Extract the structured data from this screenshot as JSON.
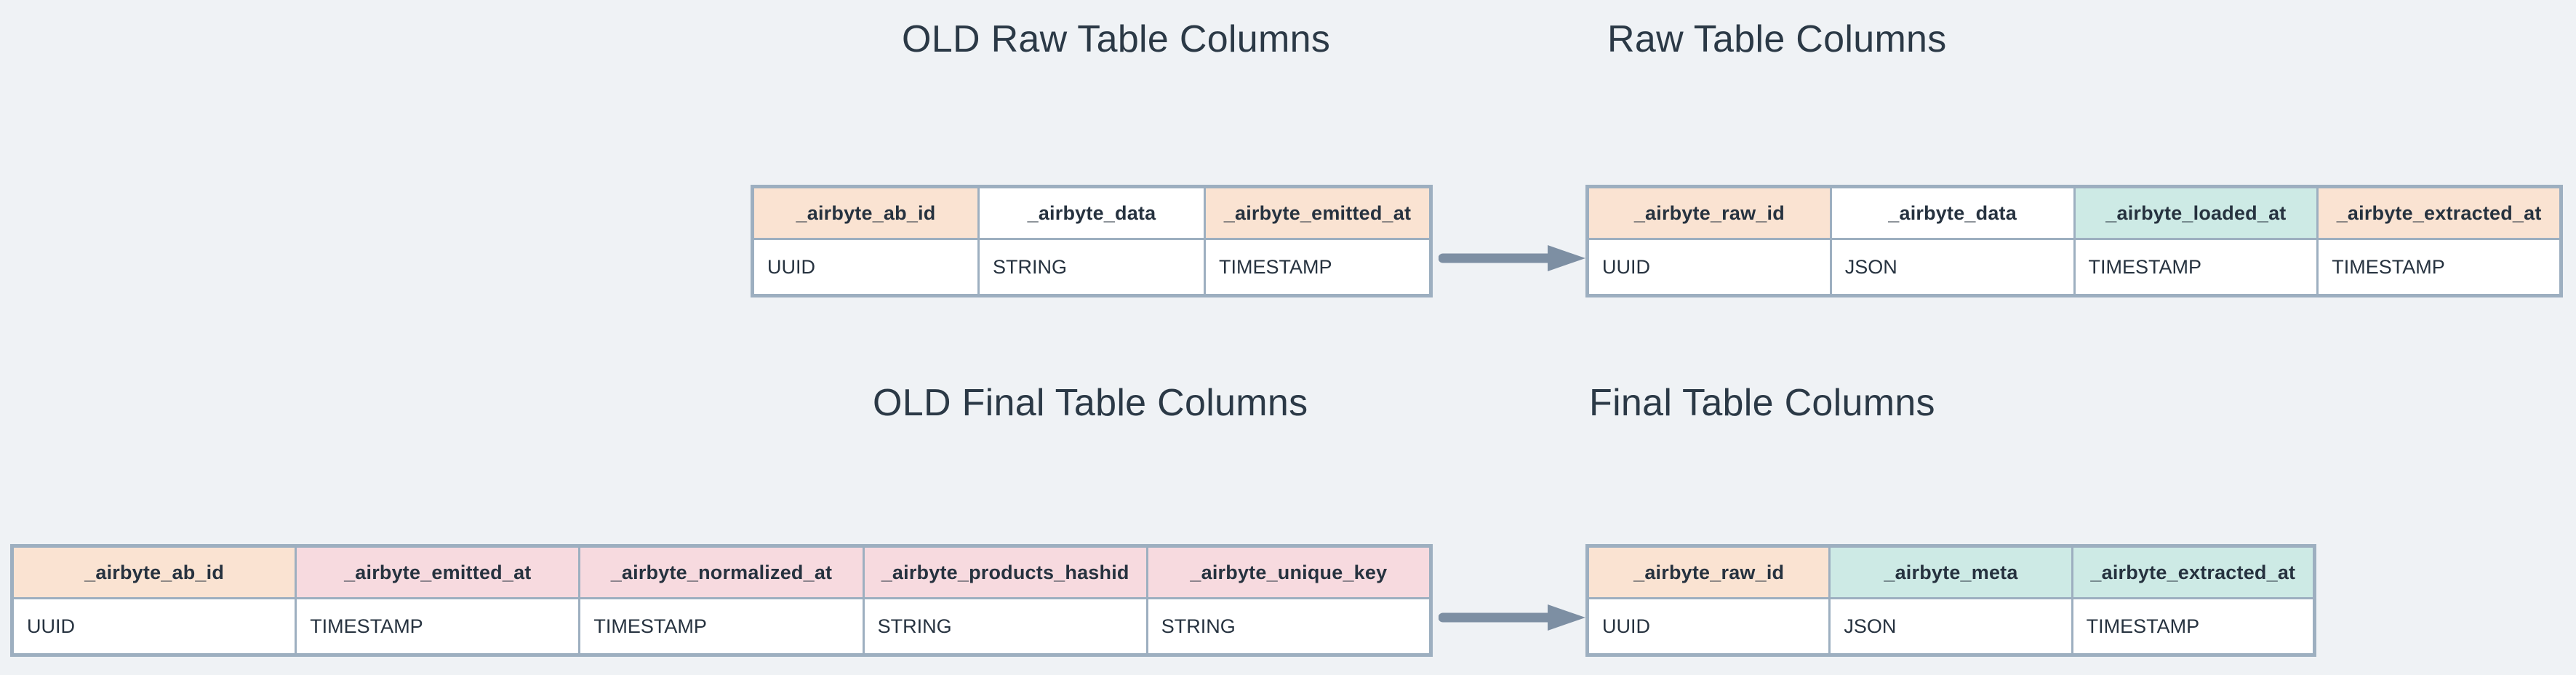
{
  "background_color": "#eff2f5",
  "palette": {
    "peach": "#fae3d2",
    "teal": "#cdeae5",
    "pink": "#f7dadf",
    "white": "#ffffff",
    "border": "#9dafc0",
    "arrow": "#7d8fa3",
    "text": "#26323f"
  },
  "sections": {
    "old_raw": {
      "title": "OLD Raw Table Columns",
      "columns": [
        {
          "name": "_airbyte_ab_id",
          "type": "UUID",
          "header_fill": "peach",
          "type_fill": "white"
        },
        {
          "name": "_airbyte_data",
          "type": "STRING",
          "header_fill": "white",
          "type_fill": "peach"
        },
        {
          "name": "_airbyte_emitted_at",
          "type": "TIMESTAMP",
          "header_fill": "peach",
          "type_fill": "white"
        }
      ]
    },
    "new_raw": {
      "title": "Raw Table Columns",
      "columns": [
        {
          "name": "_airbyte_raw_id",
          "type": "UUID",
          "header_fill": "peach",
          "type_fill": "white"
        },
        {
          "name": "_airbyte_data",
          "type": "JSON",
          "header_fill": "white",
          "type_fill": "peach"
        },
        {
          "name": "_airbyte_loaded_at",
          "type": "TIMESTAMP",
          "header_fill": "teal",
          "type_fill": "white"
        },
        {
          "name": "_airbyte_extracted_at",
          "type": "TIMESTAMP",
          "header_fill": "peach",
          "type_fill": "white"
        }
      ]
    },
    "old_final": {
      "title": "OLD Final Table Columns",
      "columns": [
        {
          "name": "_airbyte_ab_id",
          "type": "UUID",
          "header_fill": "peach",
          "type_fill": "white"
        },
        {
          "name": "_airbyte_emitted_at",
          "type": "TIMESTAMP",
          "header_fill": "pink",
          "type_fill": "white"
        },
        {
          "name": "_airbyte_normalized_at",
          "type": "TIMESTAMP",
          "header_fill": "pink",
          "type_fill": "white"
        },
        {
          "name": "_airbyte_products_hashid",
          "type": "STRING",
          "header_fill": "pink",
          "type_fill": "white"
        },
        {
          "name": "_airbyte_unique_key",
          "type": "STRING",
          "header_fill": "pink",
          "type_fill": "white"
        }
      ]
    },
    "new_final": {
      "title": "Final Table Columns",
      "columns": [
        {
          "name": "_airbyte_raw_id",
          "type": "UUID",
          "header_fill": "peach",
          "type_fill": "white"
        },
        {
          "name": "_airbyte_meta",
          "type": "JSON",
          "header_fill": "teal",
          "type_fill": "white"
        },
        {
          "name": "_airbyte_extracted_at",
          "type": "TIMESTAMP",
          "header_fill": "teal",
          "type_fill": "white"
        }
      ]
    }
  },
  "arrows": [
    {
      "id": "arrow-raw",
      "from": "old_raw",
      "to": "new_raw",
      "direction": "right"
    },
    {
      "id": "arrow-final",
      "from": "old_final",
      "to": "new_final",
      "direction": "right"
    }
  ]
}
